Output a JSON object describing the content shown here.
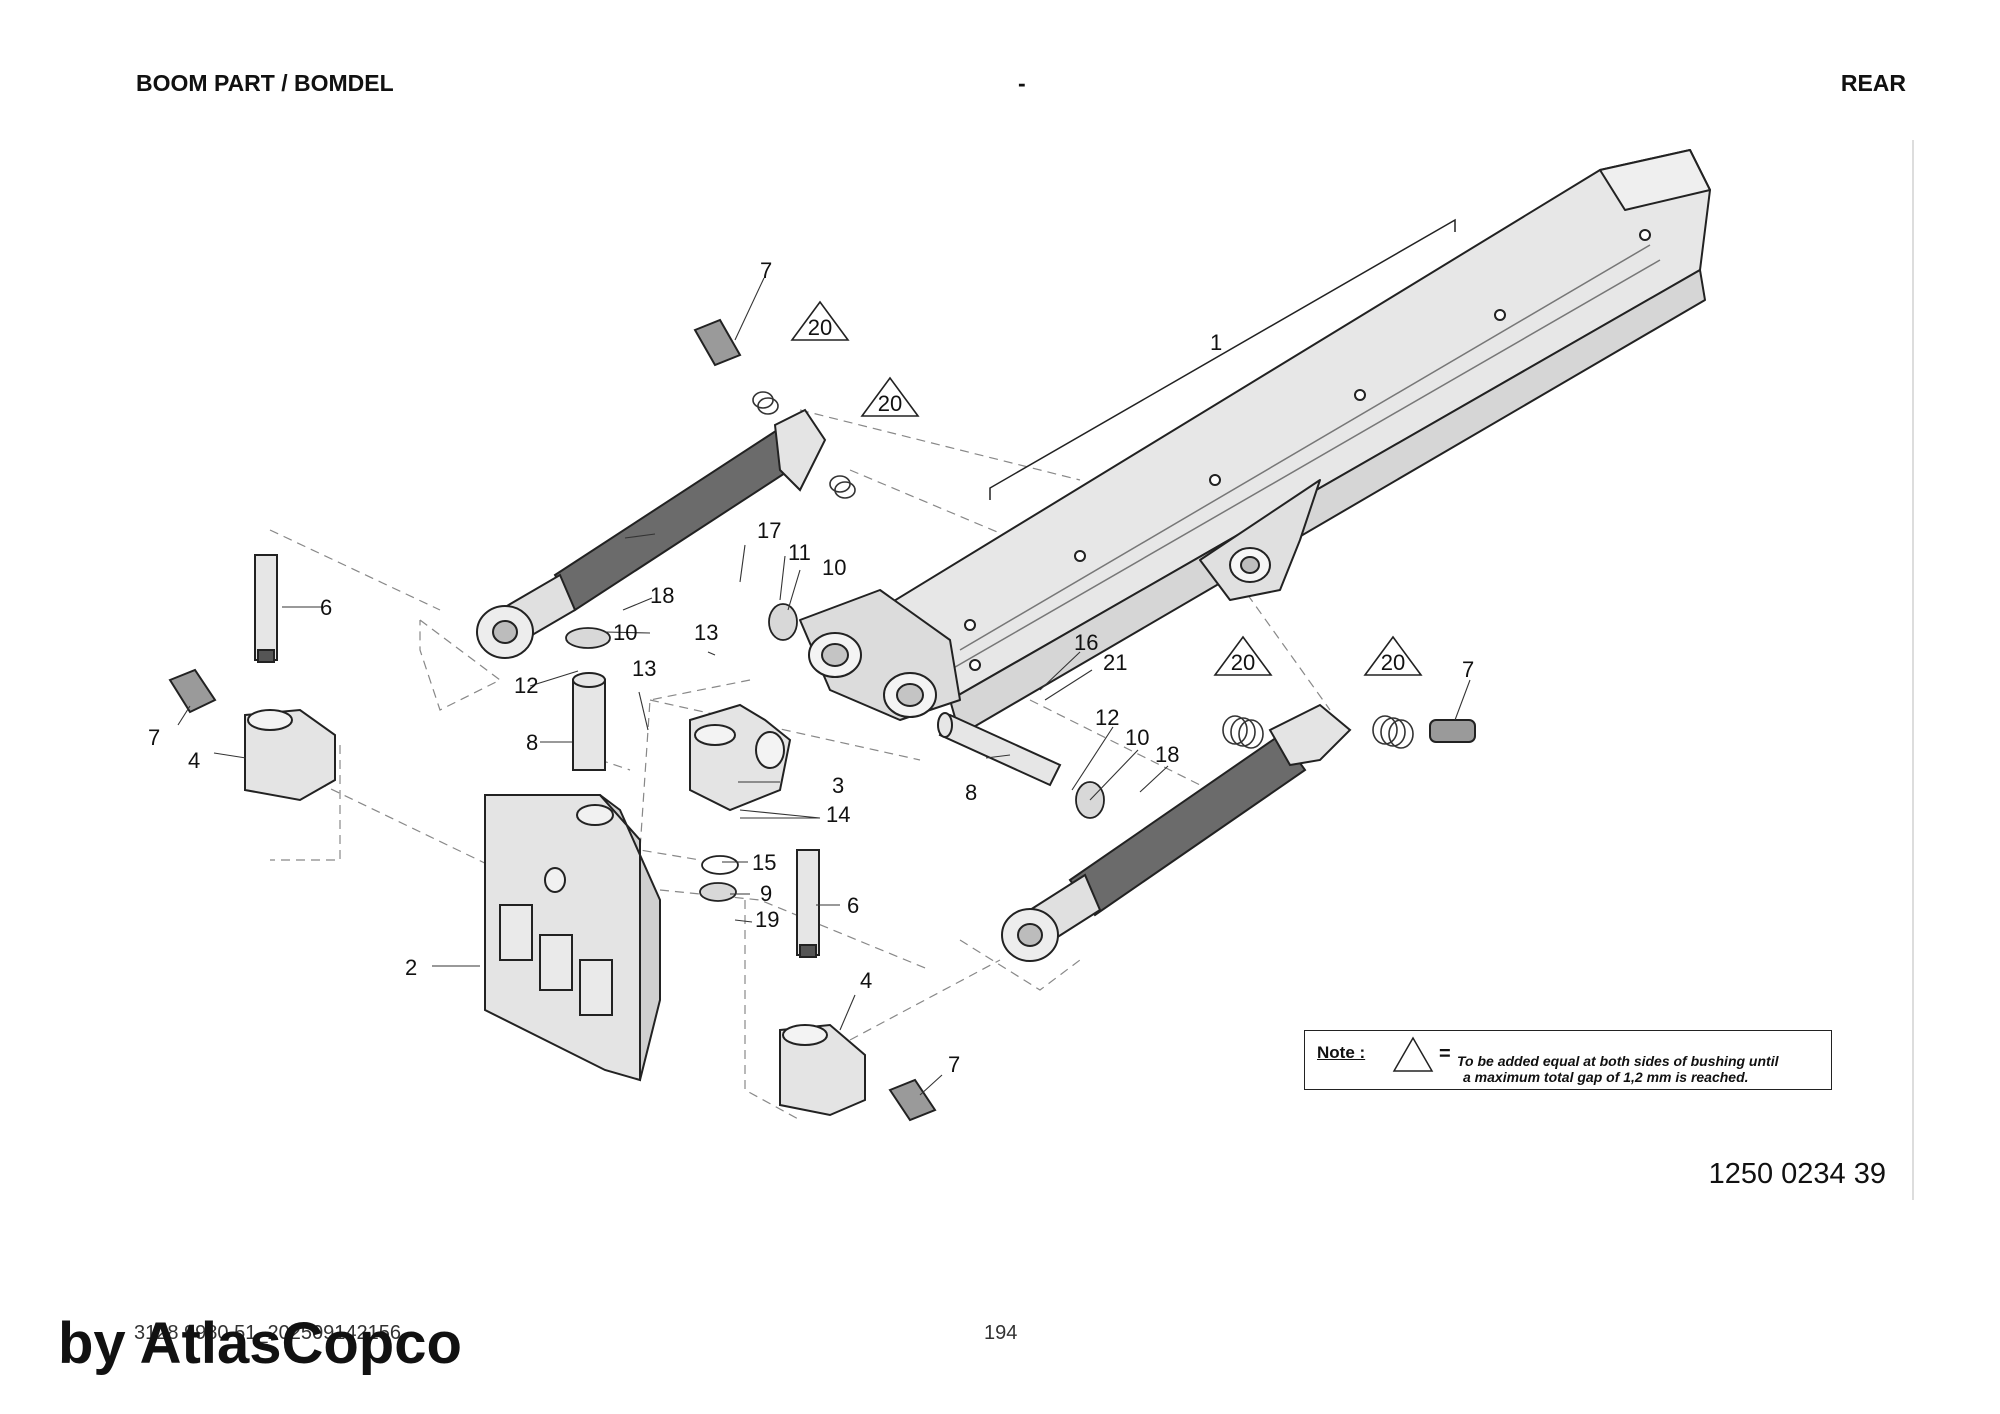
{
  "header": {
    "left": "BOOM PART / BOMDEL",
    "middle": "-",
    "right": "REAR"
  },
  "callouts": {
    "c1": "1",
    "c2": "2",
    "c3": "3",
    "c4a": "4",
    "c4b": "4",
    "c6a": "6",
    "c6b": "6",
    "c7a": "7",
    "c7b": "7",
    "c7c": "7",
    "c7d": "7",
    "c8a": "8",
    "c8b": "8",
    "c9": "9",
    "c10a": "10",
    "c10b": "10",
    "c10c": "10",
    "c11": "11",
    "c12a": "12",
    "c12b": "12",
    "c13a": "13",
    "c13b": "13",
    "c14": "14",
    "c15": "15",
    "c16": "16",
    "c17": "17",
    "c18a": "18",
    "c18b": "18",
    "c19": "19",
    "c20a": "20",
    "c20b": "20",
    "c20c": "20",
    "c20d": "20",
    "c21": "21"
  },
  "note": {
    "label": "Note :",
    "equals": "=",
    "line1": "To be added equal at both sides of bushing until",
    "line2": "a maximum total gap of 1,2 mm is reached."
  },
  "part_number": "1250 0234 39",
  "footer": {
    "doc_id": "3128 9980 51_202509142156",
    "page": "194"
  },
  "brand": "by AtlasCopco",
  "colors": {
    "line": "#222222",
    "part_fill": "#e6e6e6",
    "cylinder_dark": "#6b6b6b",
    "dashed": "#888888"
  }
}
